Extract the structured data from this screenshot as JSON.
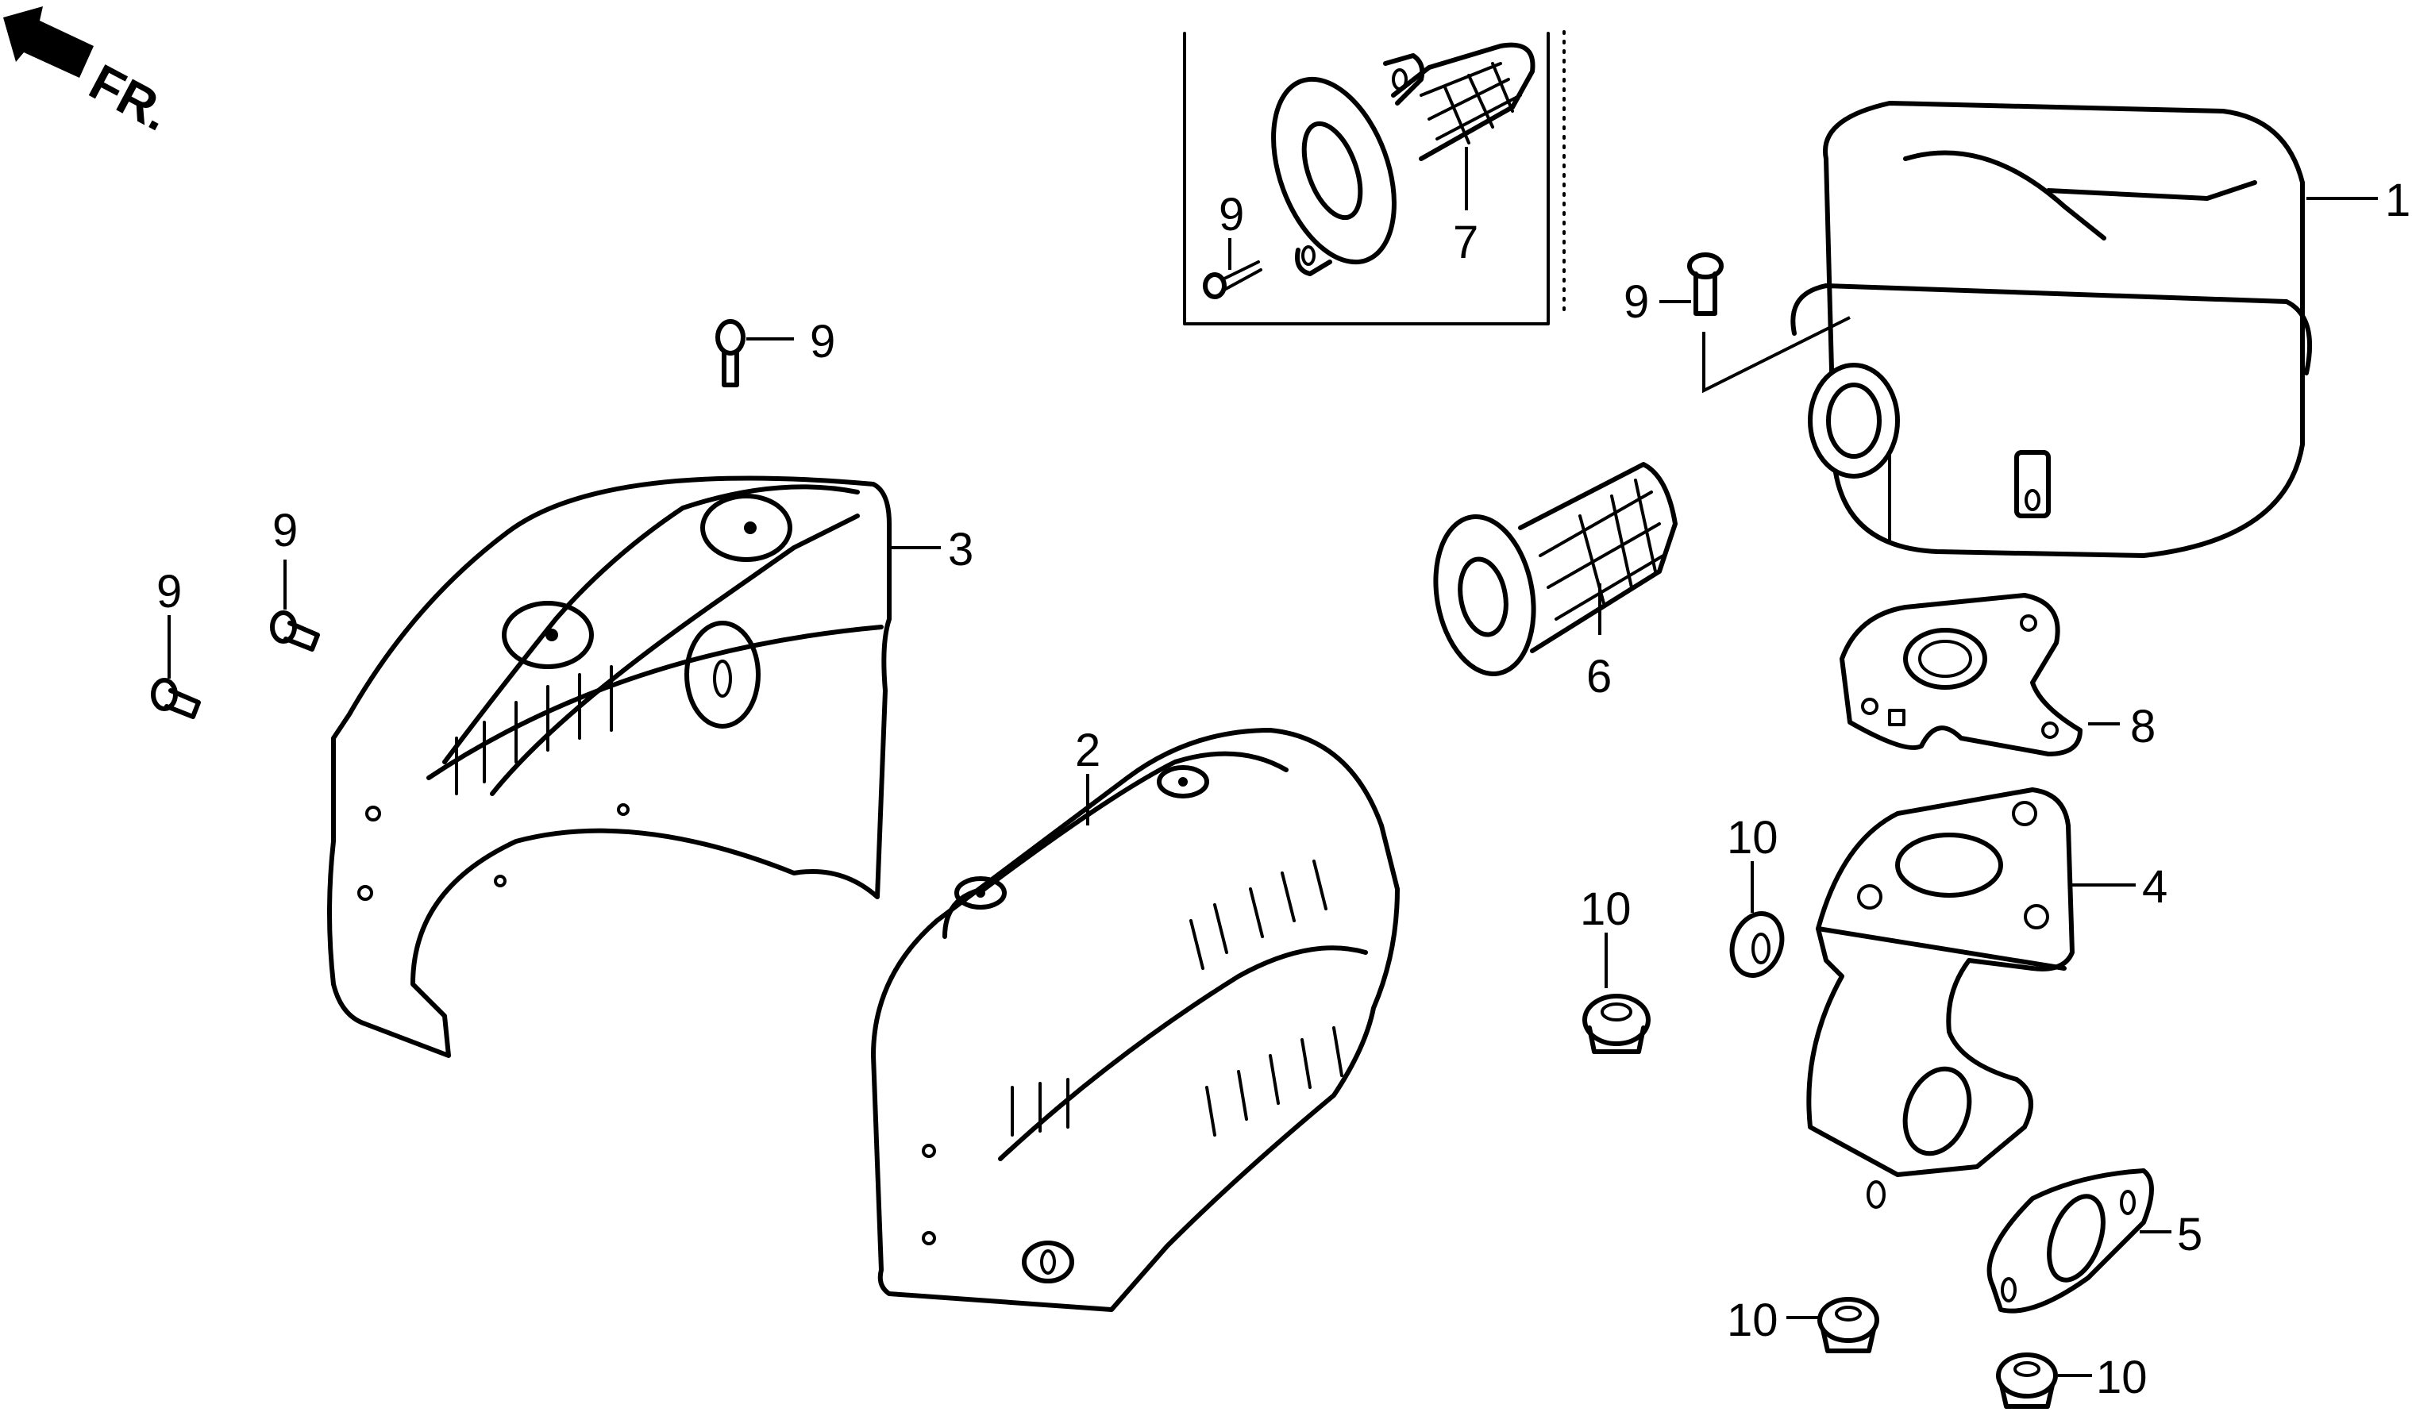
{
  "direction_indicator": {
    "label": "FR.",
    "icon": "front-arrow-icon"
  },
  "callouts": {
    "part_1": "1",
    "part_2": "2",
    "part_3": "3",
    "part_4": "4",
    "part_5": "5",
    "part_6": "6",
    "part_7": "7",
    "part_8": "8",
    "screw_a": "9",
    "screw_b": "9",
    "screw_c": "9",
    "screw_d": "9",
    "screw_e": "9",
    "nut_a": "10",
    "nut_b": "10",
    "nut_c": "10",
    "nut_d": "10"
  },
  "colors": {
    "line": "#000000",
    "background": "#ffffff"
  }
}
